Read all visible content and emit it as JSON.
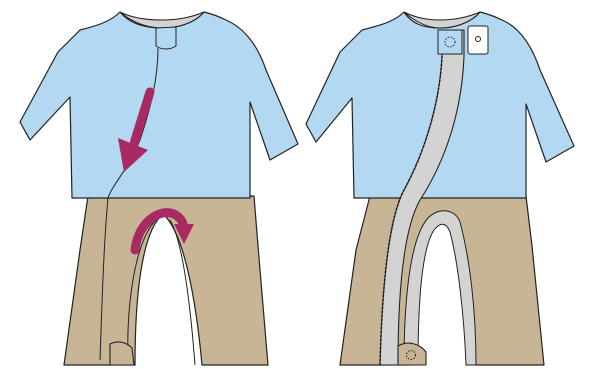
{
  "figure": {
    "panels": [
      {
        "id": "closed",
        "shirt_color": "#b3d8f1",
        "pants_color": "#c8b596",
        "lining_color": "#d3d3d3",
        "arrow_color": "#a82a63",
        "arrows": [
          "unzip-down-arrow",
          "unzip-around-leg-arrow"
        ]
      },
      {
        "id": "open",
        "shirt_color": "#b3d8f1",
        "pants_color": "#c8b596",
        "lining_color": "#d3d3d3",
        "features": [
          "zipper-flap",
          "snap-button",
          "snap-socket",
          "ankle-snap"
        ]
      }
    ]
  }
}
